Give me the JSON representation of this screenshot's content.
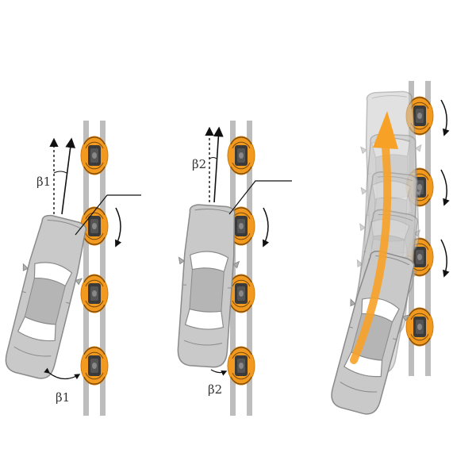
{
  "colors": {
    "roller_orange": "#f29a1f",
    "roller_dark": "#3a3a3a",
    "rail_gray": "#bdbdbd",
    "car_gray": "#c9c9c9",
    "motion_arrow": "#f7a227"
  },
  "panels": [
    {
      "name": "panel-1",
      "angle_label": "β1",
      "angle_label_bottom": "β1"
    },
    {
      "name": "panel-2",
      "angle_label": "β2",
      "angle_label_bottom": "β2"
    },
    {
      "name": "panel-3"
    }
  ]
}
